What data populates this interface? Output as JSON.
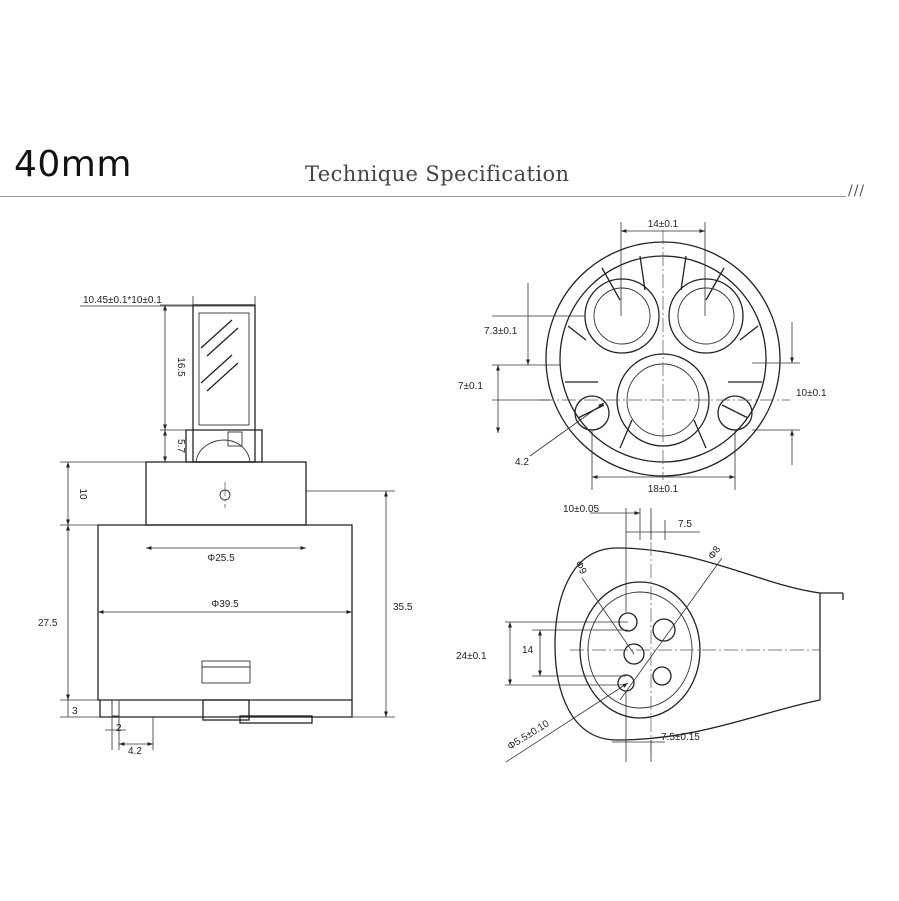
{
  "header": {
    "title": "40mm",
    "subtitle": "Technique Specification",
    "decor": "///"
  },
  "side_view": {
    "stem_size": "10.45±0.1*10±0.1",
    "stem_height": "16.5",
    "neck_height": "5.7",
    "cap_height": "10",
    "cap_diameter": "Φ25.5",
    "body_diameter": "Φ39.5",
    "body_height": "27.5",
    "total_height": "35.5",
    "base_height": "3",
    "foot_gap": "2",
    "foot_width": "4.2"
  },
  "top_view": {
    "hole_spacing": "14±0.1",
    "offset_upper": "7.3±0.1",
    "offset_lower": "7±0.1",
    "small_hole_height": "10±0.1",
    "corner_radius": "4.2",
    "outer_width": "18±0.1"
  },
  "bottom_view": {
    "offset_a": "10±0.05",
    "offset_b": "7.5",
    "hole_left": "Φ9",
    "hole_right": "Φ8",
    "overall_height": "24±0.1",
    "inner_height": "14",
    "pin_size": "Φ5.5±0.10",
    "pin_spacing": "7.5±0.15"
  }
}
